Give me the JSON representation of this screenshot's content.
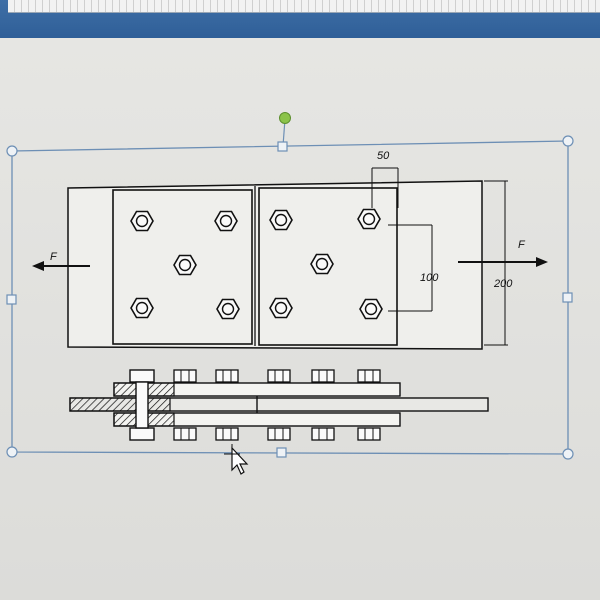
{
  "drawing": {
    "force_left": "F",
    "force_right": "F",
    "dim_bolt_spacing": "50",
    "dim_row_spacing": "100",
    "dim_plate_width": "200"
  },
  "colors": {
    "ribbon": "#2f5f98",
    "selection": "#6d8fb5",
    "rotate_handle": "#8bc34a",
    "ink": "#111111"
  },
  "icons": {
    "cursor": "move-cursor-icon"
  }
}
